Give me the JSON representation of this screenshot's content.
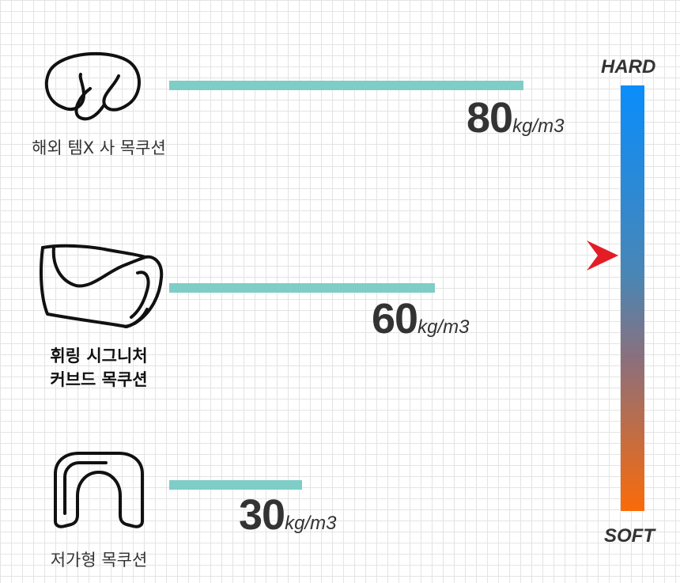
{
  "chart_data": {
    "type": "bar",
    "orientation": "horizontal",
    "categories": [
      "해외 템X 사 목쿠션",
      "휘링 시그니처 커브드 목쿠션",
      "저가형 목쿠션"
    ],
    "category_lines": [
      [
        "해외 템X 사 목쿠션"
      ],
      [
        "휘링 시그니처",
        "커브드 목쿠션"
      ],
      [
        "저가형 목쿠션"
      ]
    ],
    "values": [
      80,
      60,
      30
    ],
    "value_labels": [
      "80",
      "60",
      "30"
    ],
    "unit": "kg/m3",
    "xlim": [
      0,
      100
    ],
    "bar_color": "#7ecdc7",
    "highlight_index": 1,
    "icons": [
      "neck-pillow-icon",
      "curved-cushion-icon",
      "u-shaped-pillow-icon"
    ],
    "scale": {
      "top_label": "HARD",
      "bottom_label": "SOFT",
      "top_color": "#0a8dfb",
      "bottom_color": "#fa6b09",
      "marker_color": "#e31d26",
      "marker_level": 0.6
    },
    "grid": true,
    "title": "",
    "xlabel": "",
    "ylabel": ""
  }
}
